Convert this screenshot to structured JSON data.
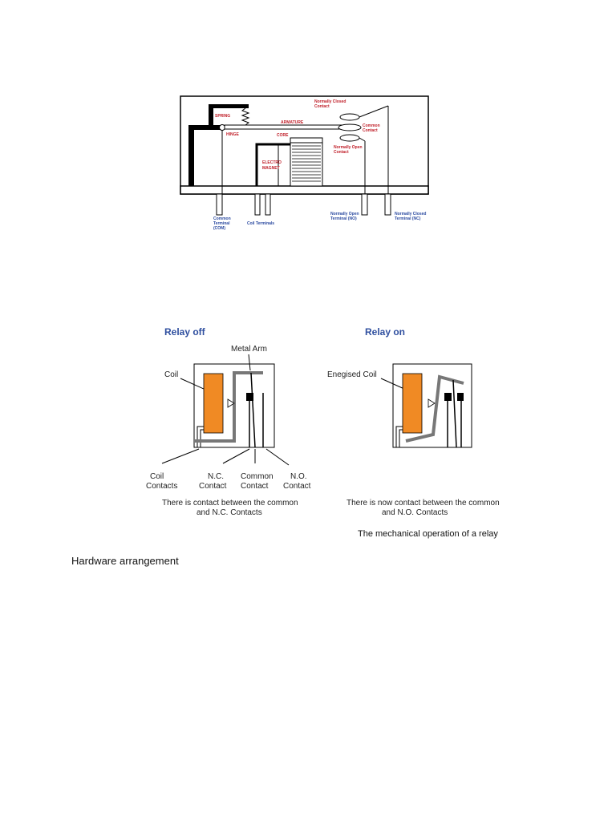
{
  "relay_diagram": {
    "labels": {
      "spring": "SPRING",
      "hinge": "HINGE",
      "armature": "ARMATURE",
      "core": "CORE",
      "electro": "ELECTRO",
      "magnet": "MAGNET",
      "nc_contact_1": "Normally Closed",
      "nc_contact_2": "Contact",
      "common_contact_1": "Common",
      "common_contact_2": "Contact",
      "no_contact_1": "Normally Open",
      "no_contact_2": "Contact",
      "com_terminal_1": "Common",
      "com_terminal_2": "Terminal",
      "com_terminal_3": "(COM)",
      "coil_terminals": "Coil Terminals",
      "no_terminal_1": "Normally Open",
      "no_terminal_2": "Terminal (NO)",
      "nc_terminal_1": "Normally Closed",
      "nc_terminal_2": "Terminal (NC)"
    }
  },
  "relay_states": {
    "off": {
      "title": "Relay off",
      "metal_arm": "Metal Arm",
      "coil": "Coil",
      "coil_contacts_1": "Coil",
      "coil_contacts_2": "Contacts",
      "nc_contact_1": "N.C.",
      "nc_contact_2": "Contact",
      "common_contact_1": "Common",
      "common_contact_2": "Contact",
      "no_contact_1": "N.O.",
      "no_contact_2": "Contact",
      "note_1": "There is contact between the common",
      "note_2": "and N.C. Contacts"
    },
    "on": {
      "title": "Relay on",
      "coil": "Enegised Coil",
      "note_1": "There is now contact between the common",
      "note_2": "and N.O. Contacts"
    }
  },
  "caption": "The mechanical operation of a relay",
  "heading": "Hardware arrangement",
  "colors": {
    "label_red": "#c0202a",
    "label_blue": "#2b4aa0",
    "coil_orange": "#f08a24",
    "title_blue": "#2f4f9f"
  }
}
